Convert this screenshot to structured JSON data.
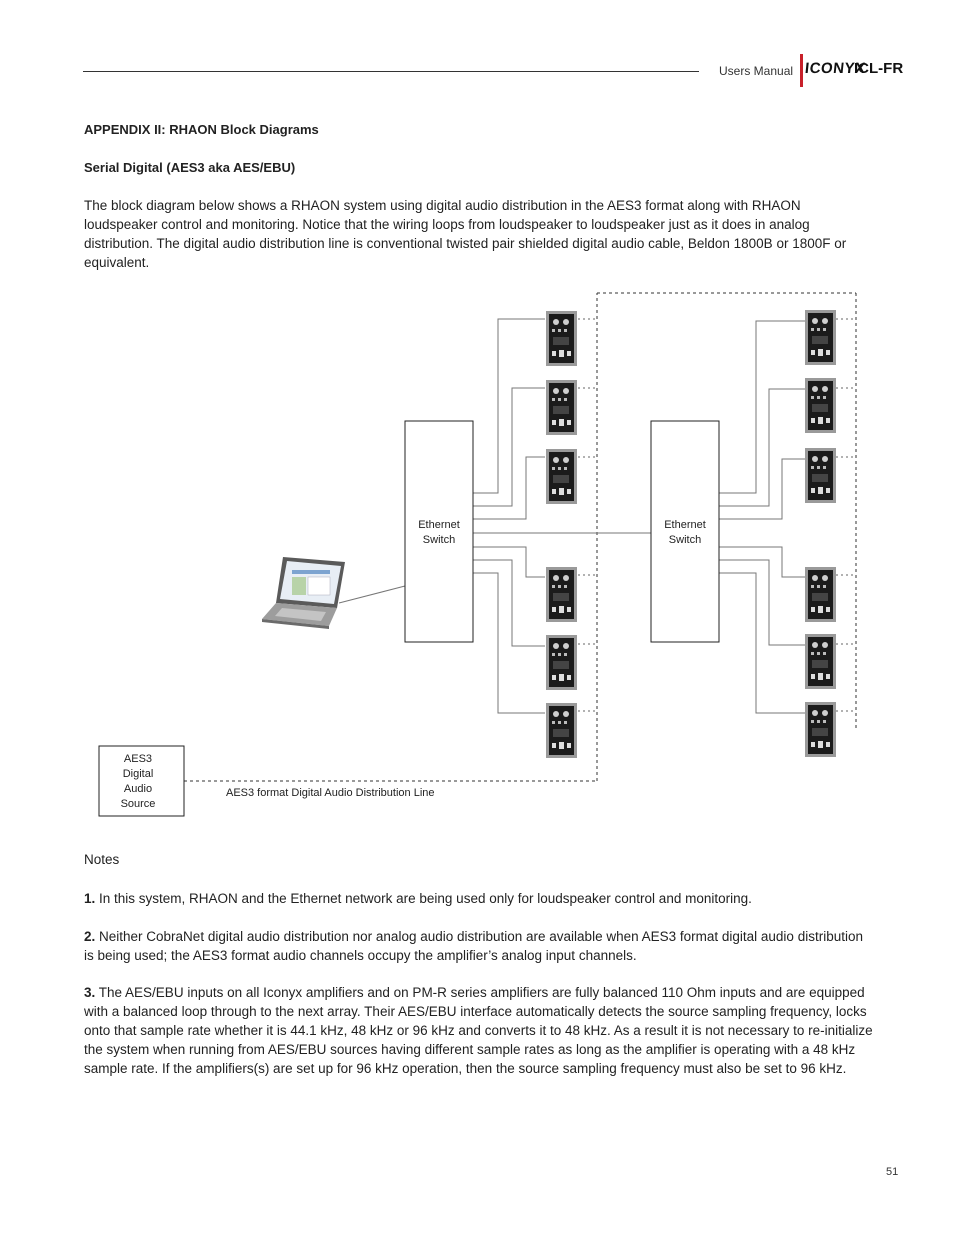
{
  "header": {
    "manual_label": "Users Manual",
    "brand": "ICONYX",
    "model": "ICL-FR"
  },
  "section_title": "APPENDIX II: RHAON Block Diagrams",
  "subsection_title": "Serial Digital (AES3 aka AES/EBU)",
  "intro_text": "The block diagram below shows a RHAON system using digital audio distribution in the  AES3 format along with RHAON loudspeaker control and monitoring. Notice that the wiring loops from loudspeaker to loudspeaker just as it does in analog distribution. The digital audio distribution line is conventional twisted pair shielded digital audio cable, Beldon 1800B or 1800F or equivalent.",
  "diagram": {
    "switch_left_line1": "Ethernet",
    "switch_left_line2": "Switch",
    "switch_right_line1": "Ethernet",
    "switch_right_line2": "Switch",
    "source_line1": "AES3",
    "source_line2": "Digital",
    "source_line3": "Audio",
    "source_line4": "Source",
    "distribution_line_label": "AES3 format Digital Audio Distribution Line"
  },
  "notes": {
    "title": "Notes",
    "items": [
      {
        "num": "1.",
        "text": " In this system, RHAON and the Ethernet network are being used only for loudspeaker control and monitoring."
      },
      {
        "num": "2.",
        "text": " Neither CobraNet digital audio distribution nor analog audio distribution are available when AES3 format digital audio distribution is being used; the AES3 format audio channels occupy the amplifier’s analog input channels."
      },
      {
        "num": "3.",
        "text": " The AES/EBU inputs on all Iconyx amplifiers and on PM-R series amplifiers are fully balanced 110 Ohm inputs and are equipped with a balanced loop through to the next array.  Their AES/EBU interface automatically detects the source sampling frequency, locks onto that sample rate whether it is 44.1 kHz, 48 kHz or 96 kHz and converts it to 48 kHz. As a result it is not necessary to re-initialize the system when running from AES/EBU sources having different sample rates as long as the amplifier is operating with a 48 kHz sample rate.  If the amplifiers(s) are set up for 96 kHz operation, then the source sampling frequency must also be set to 96 kHz."
      }
    ]
  },
  "page_number": "51"
}
